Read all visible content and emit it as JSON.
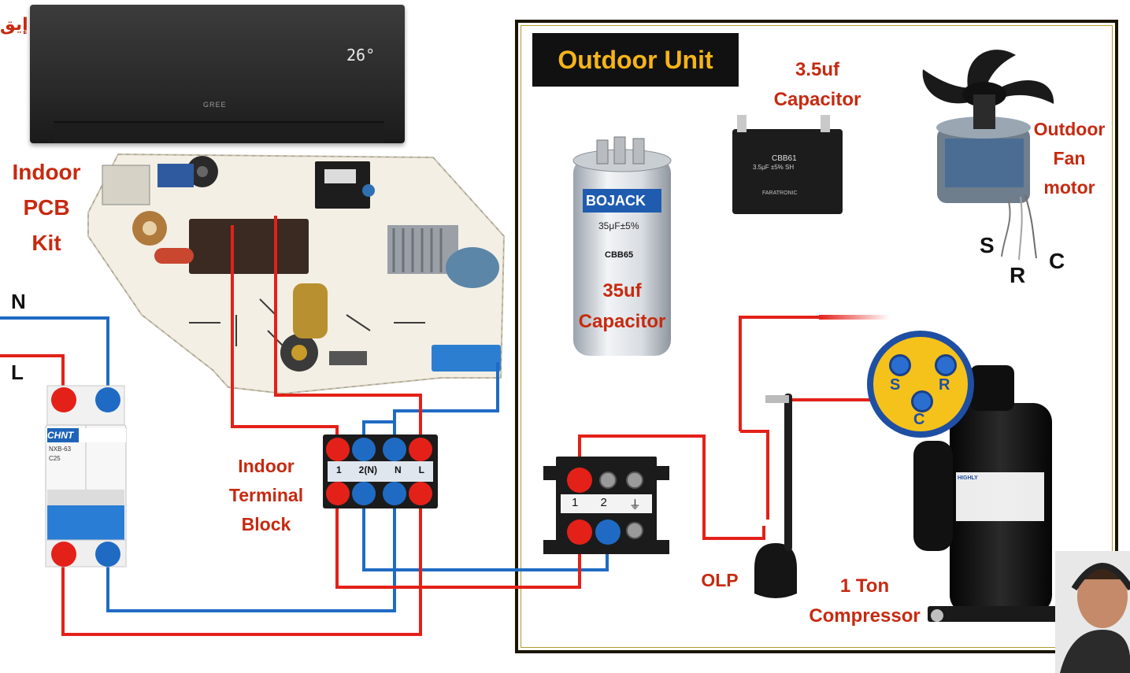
{
  "corner_text": "إيق",
  "ac_display": "26°",
  "ac_brand": "GREE",
  "labels": {
    "indoor_pcb": [
      "Indoor",
      "PCB",
      "Kit"
    ],
    "outdoor_unit": "Outdoor Unit",
    "cap_small": [
      "3.5uf",
      "Capacitor"
    ],
    "fan_motor": [
      "Outdoor",
      "Fan",
      "motor"
    ],
    "cap_big": [
      "35uf",
      "Capacitor"
    ],
    "indoor_terminal": [
      "Indoor",
      "Terminal",
      "Block"
    ],
    "olp": "OLP",
    "compressor": [
      "1 Ton",
      "Compressor"
    ],
    "line_n": "N",
    "line_l": "L"
  },
  "fan_wires": [
    "S",
    "R",
    "C"
  ],
  "compressor_terminals": [
    "S",
    "R",
    "C"
  ],
  "breaker": {
    "brand": "CHNT",
    "model": "NXB-63",
    "rating": "C25"
  },
  "indoor_block_terms": [
    "1",
    "2(N)",
    "N",
    "L"
  ],
  "outdoor_block_terms": [
    "1",
    "2",
    "⏚"
  ],
  "cap_big_text": {
    "brand": "BOJACK",
    "value": "35μF±5%",
    "model": "CBB65"
  },
  "cap_small_text": {
    "model": "CBB61",
    "spec": "3.5μF ±5%  SH",
    "maker": "FARATRONIC"
  },
  "compressor_brand": "HIGHLY",
  "colors": {
    "live": "#e32119",
    "neutral": "#1f6bc4",
    "label": "#c62a10",
    "badge_text": "#f5b418",
    "badge_bg": "#111111",
    "frame": "#1a1400"
  }
}
